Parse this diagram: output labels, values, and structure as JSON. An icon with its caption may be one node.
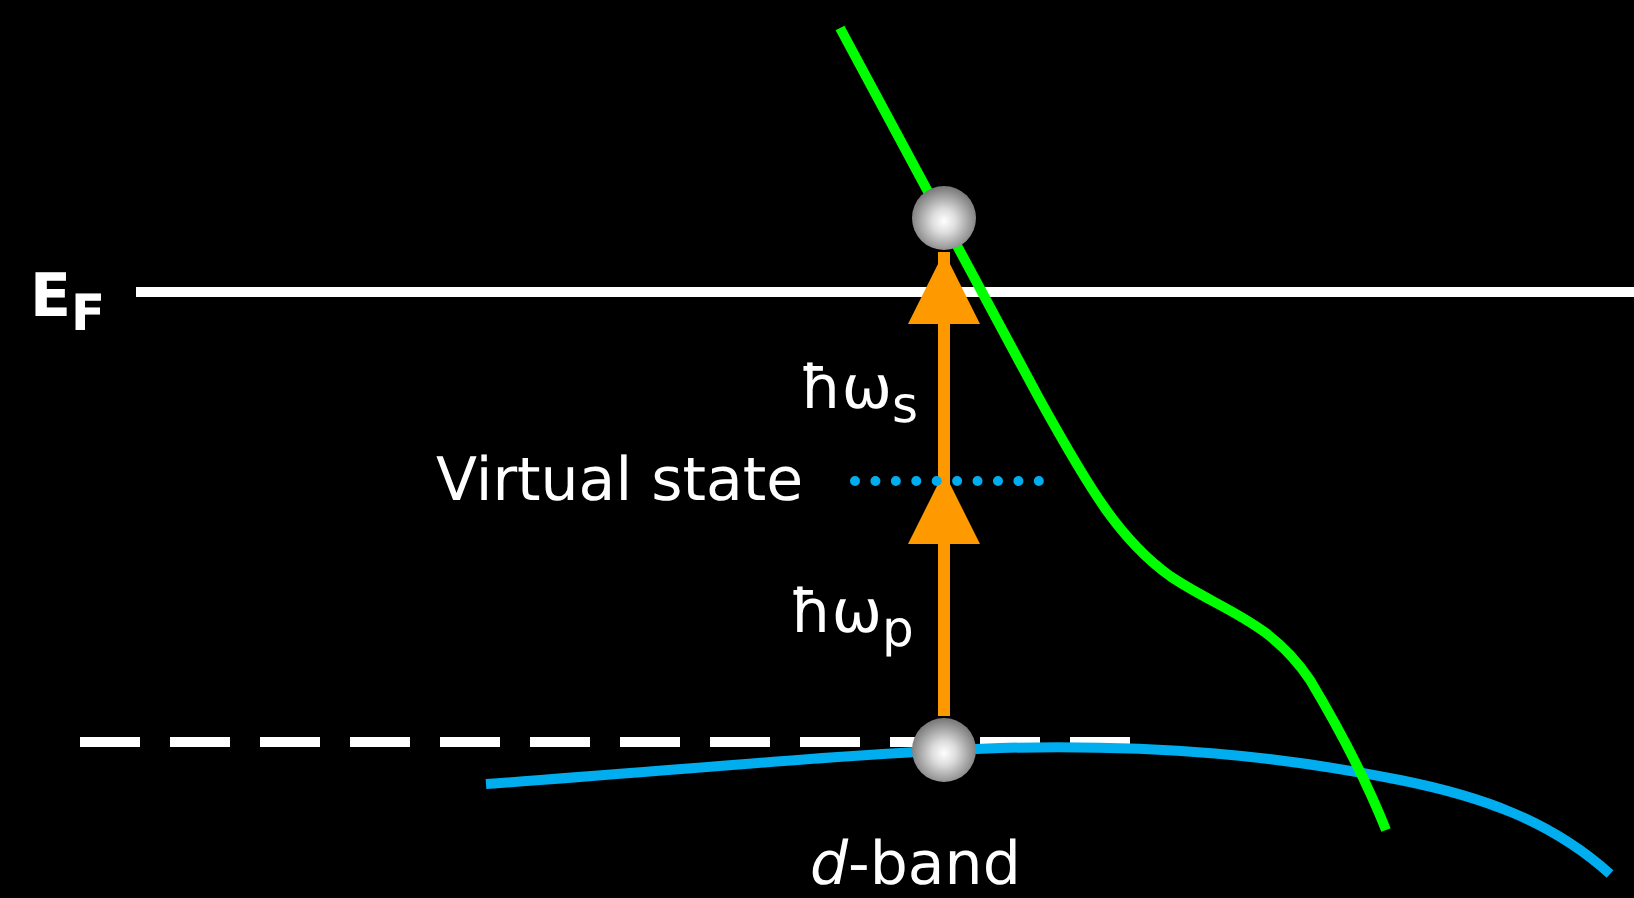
{
  "diagram": {
    "nodes": [
      {
        "text": [],
        "shape": "circle"
      },
      {
        "text": [],
        "shape": "bar"
      },
      {
        "text": [],
        "shape": "circle"
      }
    ],
    "edges": [
      {
        "from": 2,
        "to": 1,
        "arrow": "to",
        "label": "ħω$_{p}$"
      },
      {
        "from": 1,
        "to": 0,
        "arrow": "to",
        "label": "ħω$_{s}$"
      }
    ],
    "labels": [
      "E$_{F}$",
      "Virtual state",
      "*d*-band"
    ]
  }
}
